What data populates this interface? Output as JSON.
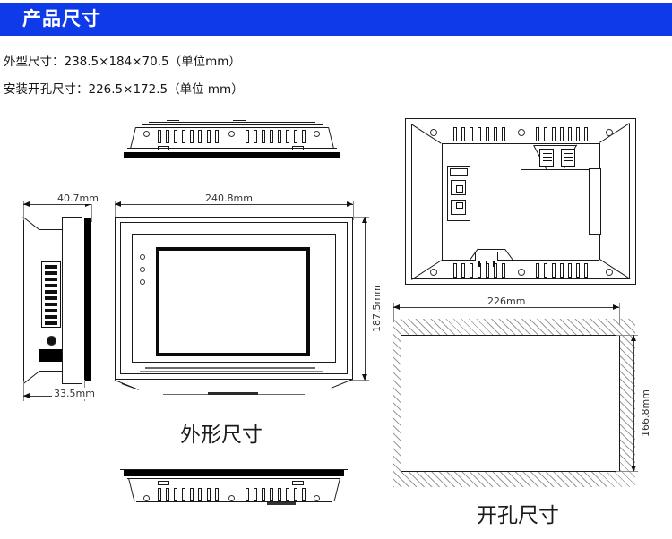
{
  "header": {
    "title": "产品尺寸",
    "bar_color": "#0f3ae8",
    "text_color": "#ffffff"
  },
  "specs": {
    "outline": "外型尺寸：238.5×184×70.5（单位mm）",
    "cutout": "安装开孔尺寸：226.5×172.5（单位 mm）"
  },
  "captions": {
    "outline_view": "外形尺寸",
    "cutout_view": "开孔尺寸"
  },
  "dimensions": {
    "side_depth_top": "40.7mm",
    "side_depth_bottom": "33.5mm",
    "front_width": "240.8mm",
    "front_height": "187.5mm",
    "cutout_width": "226mm",
    "cutout_height": "166.8mm"
  },
  "views": {
    "top": "top-view",
    "bottom": "bottom-view",
    "side": "left-side-view",
    "front": "front-view",
    "rear": "rear-view",
    "cutout": "panel-cutout-view"
  },
  "rear_ports": {
    "usb_a": "usb-a-port",
    "usb_b": "usb-b-port",
    "ethernet": "ethernet-port",
    "serial_1": "db9-serial-port-1",
    "serial_2": "db9-serial-port-2",
    "power": "power-terminal-block"
  },
  "colors": {
    "line": "#1a1a1a",
    "hatch": "#9a9a9a",
    "bezel_black": "#000000"
  }
}
